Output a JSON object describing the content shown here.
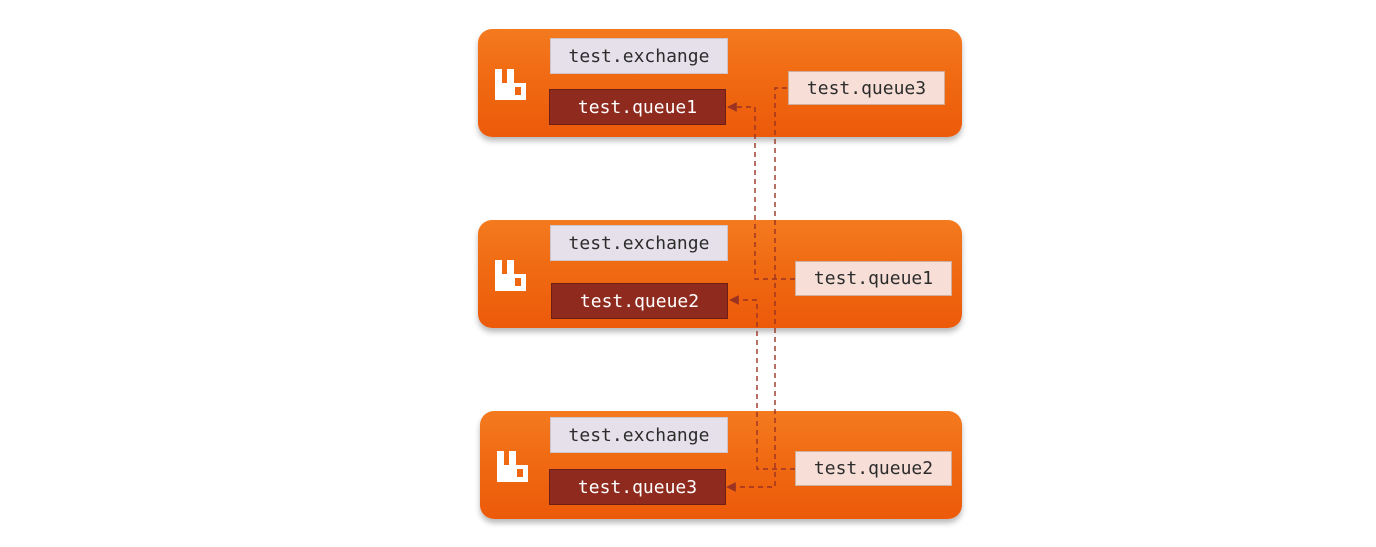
{
  "nodes": [
    {
      "exchange": "test.exchange",
      "queue": "test.queue1",
      "mirror": "test.queue3"
    },
    {
      "exchange": "test.exchange",
      "queue": "test.queue2",
      "mirror": "test.queue1"
    },
    {
      "exchange": "test.exchange",
      "queue": "test.queue3",
      "mirror": "test.queue2"
    }
  ],
  "colors": {
    "node_top": "#f47a1f",
    "node_bottom": "#ec5a0a",
    "queue_fill": "#8f2a1e",
    "exchange_fill": "#e6e0ea",
    "mirror_fill": "#f7dfd7",
    "link": "#9b3322"
  },
  "icons": {
    "node_logo": "rabbitmq-logo-icon",
    "link_arrow": "arrowhead-icon"
  }
}
